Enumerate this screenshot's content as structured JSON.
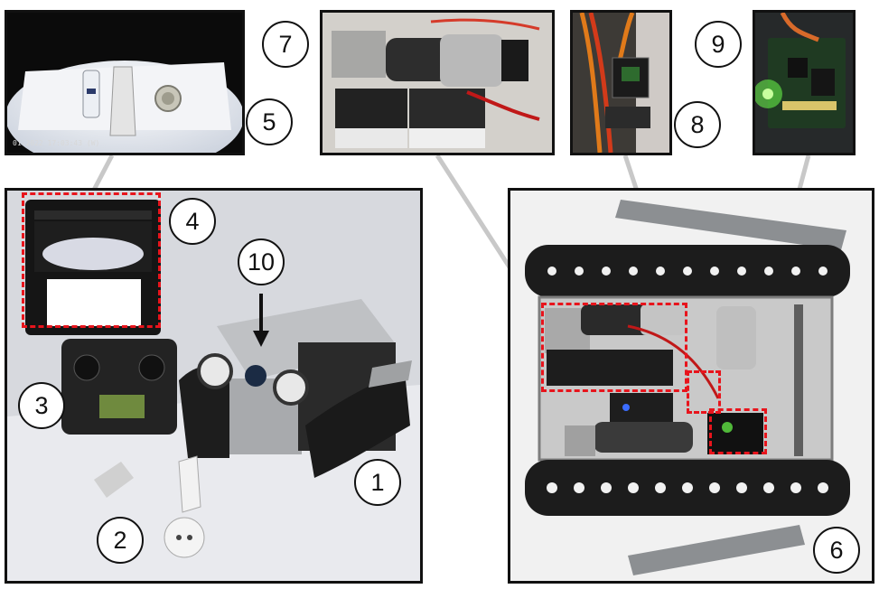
{
  "labels": {
    "n1": "1",
    "n2": "2",
    "n3": "3",
    "n4": "4",
    "n5": "5",
    "n6": "6",
    "n7": "7",
    "n8": "8",
    "n9": "9",
    "n10": "10"
  },
  "camera_view": {
    "timestamp": "01-2022 17:03:43  (W)"
  },
  "colors": {
    "highlight": "#e8141c",
    "pointer": "#c8c8c8",
    "border": "#111111"
  },
  "photos": {
    "main_robot": "robot-with-remote-and-tablet",
    "robot_top": "robot-top-view-internals",
    "motor": "motor-and-battery-closeup",
    "servo_board": "servo-controller-closeup",
    "power_board": "power-board-closeup",
    "camera": "onboard-camera-view"
  }
}
